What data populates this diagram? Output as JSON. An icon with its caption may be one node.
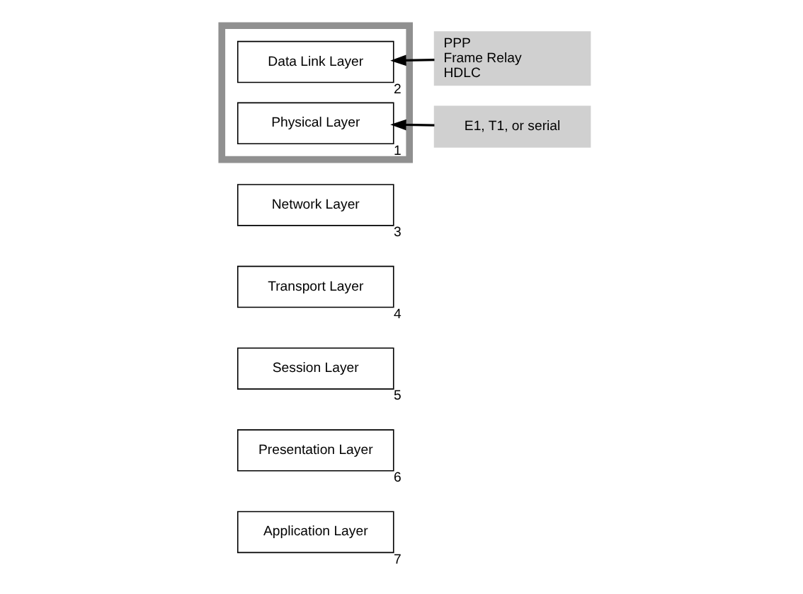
{
  "diagram": {
    "nodes": [
      {
        "text": [
          "Application Layer"
        ],
        "beside": [
          "7"
        ]
      },
      {
        "text": [
          "Presentation Layer"
        ],
        "beside": [
          "6"
        ]
      },
      {
        "text": [
          "Session Layer"
        ],
        "beside": [
          "5"
        ]
      },
      {
        "text": [
          "Transport Layer"
        ],
        "beside": [
          "4"
        ]
      },
      {
        "text": [
          "Network Layer"
        ],
        "beside": [
          "3"
        ]
      },
      {
        "text": [],
        "shape": "box"
      },
      {
        "text": [
          "Data Link Layer"
        ],
        "beside": [
          "2"
        ],
        "in": 5
      },
      {
        "text": [
          "Physical Layer"
        ],
        "beside": [
          "1"
        ],
        "in": 5
      },
      {
        "text": [
          "PPP",
          "Frame Relay",
          "HDLC"
        ]
      },
      {
        "text": [
          "E1, T1, or serial"
        ]
      }
    ],
    "edges": [
      {
        "from": 8,
        "to": 6,
        "arrow": "to"
      },
      {
        "from": 9,
        "to": 7,
        "arrow": "to"
      }
    ]
  }
}
